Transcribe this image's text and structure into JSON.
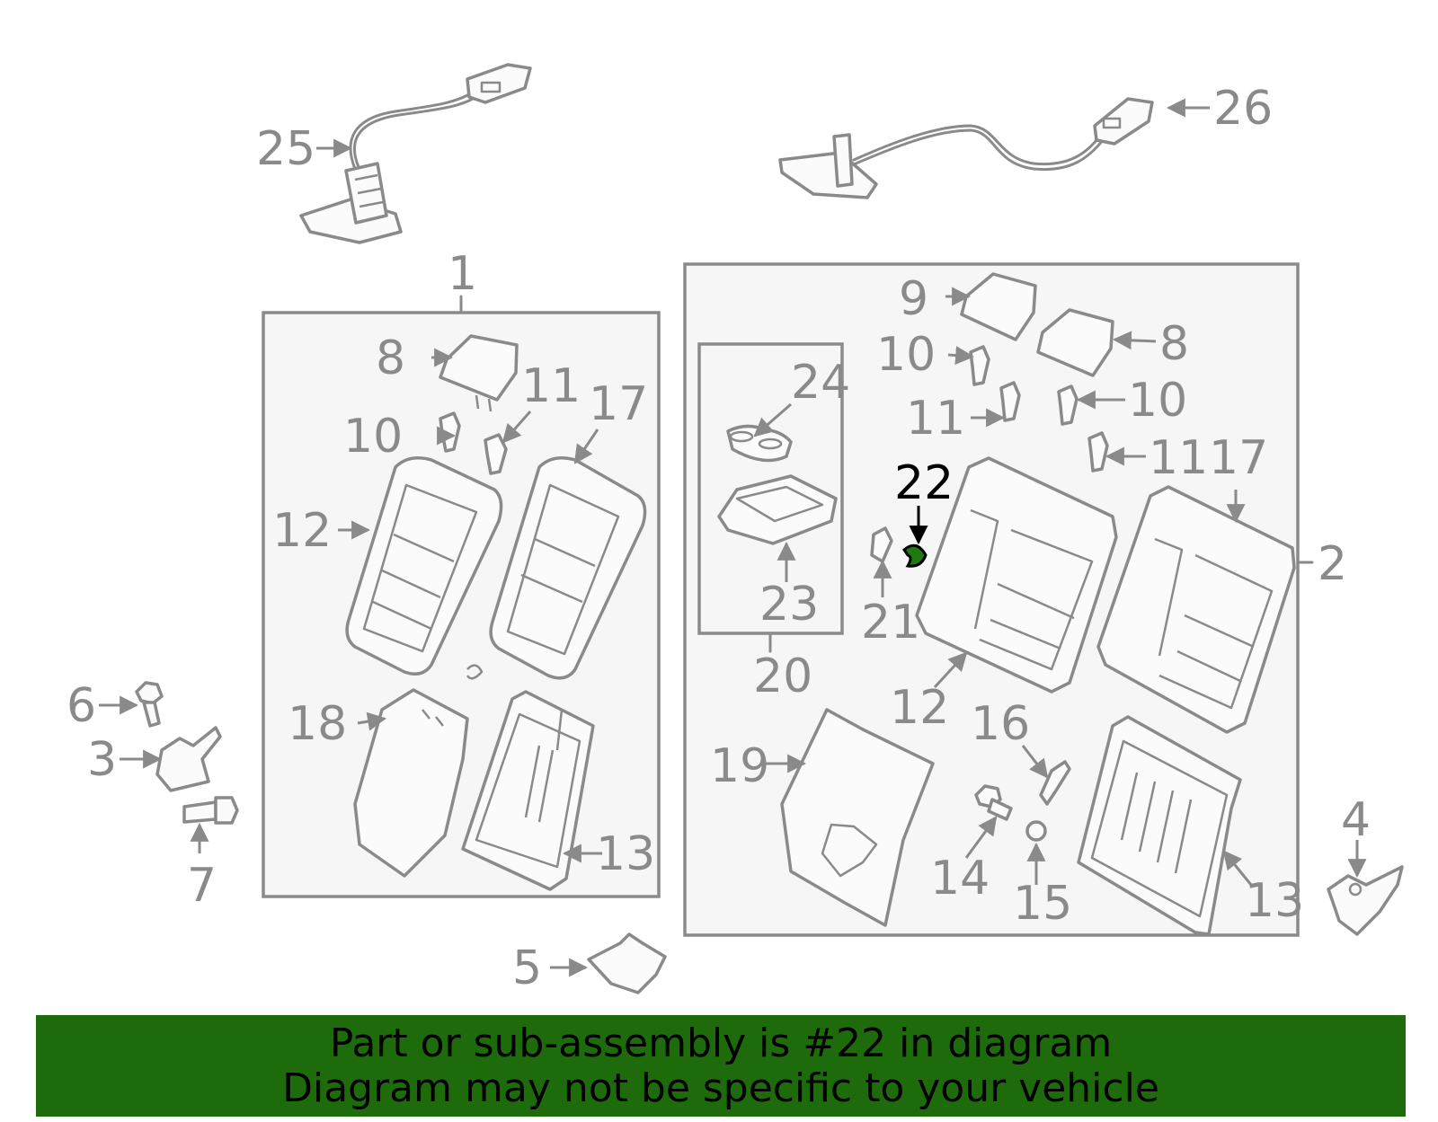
{
  "colors": {
    "banner_bg": "#1e6b0c",
    "line": "#8a8a8a",
    "highlight": "#1e7a10",
    "panel": "#f6f6f6"
  },
  "highlighted_part": "22",
  "callouts": {
    "c1": "1",
    "c2": "2",
    "c3": "3",
    "c4": "4",
    "c5": "5",
    "c6": "6",
    "c7": "7",
    "c8a": "8",
    "c8b": "8",
    "c9": "9",
    "c10a": "10",
    "c10b": "10",
    "c10c": "10",
    "c11a": "11",
    "c11b": "11",
    "c11c": "11",
    "c12a": "12",
    "c12b": "12",
    "c13a": "13",
    "c13b": "13",
    "c14": "14",
    "c15": "15",
    "c16": "16",
    "c17a": "17",
    "c17b": "17",
    "c18": "18",
    "c19": "19",
    "c20": "20",
    "c21": "21",
    "c22": "22",
    "c23": "23",
    "c24": "24",
    "c25": "25",
    "c26": "26"
  },
  "banner": {
    "line1": "Part or sub-assembly is #22 in diagram",
    "line2": "Diagram may not be specific to your vehicle"
  }
}
